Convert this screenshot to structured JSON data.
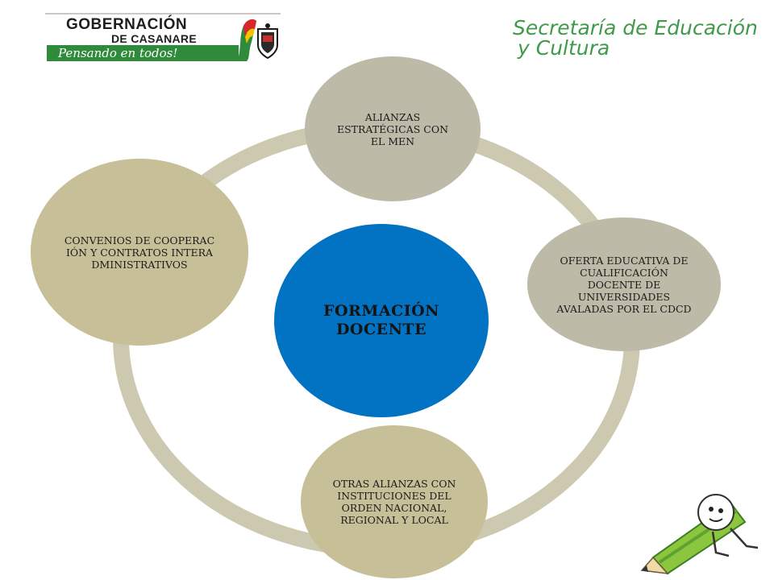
{
  "header": {
    "gobernacion_title": "GOBERNACIÓN",
    "gobernacion_sub": "DE CASANARE",
    "gobernacion_slogan": "Pensando en todos!",
    "secretaria_line1": "Secretaría de Educación",
    "secretaria_line2": "y Cultura"
  },
  "diagram": {
    "center": "FORMACIÓN DOCENTE",
    "nodes": {
      "top": "ALIANZAS ESTRATÉGICAS CON EL MEN",
      "right": "OFERTA EDUCATIVA DE CUALIFICACIÓN DOCENTE DE UNIVERSIDADES AVALADAS POR EL CDCD",
      "bottom": "OTRAS ALIANZAS CON INSTITUCIONES DEL ORDEN NACIONAL, REGIONAL Y LOCAL",
      "left": "CONVENIOS DE COOPERACIÓN Y CONTRATOS INTERADMINISTRATIVOS"
    }
  },
  "colors": {
    "ring": "#cdc9b0",
    "center": "#0272c2",
    "node_gray": "#bdbaa8",
    "node_tan": "#c6bf97",
    "brand_green": "#3f9a49"
  }
}
